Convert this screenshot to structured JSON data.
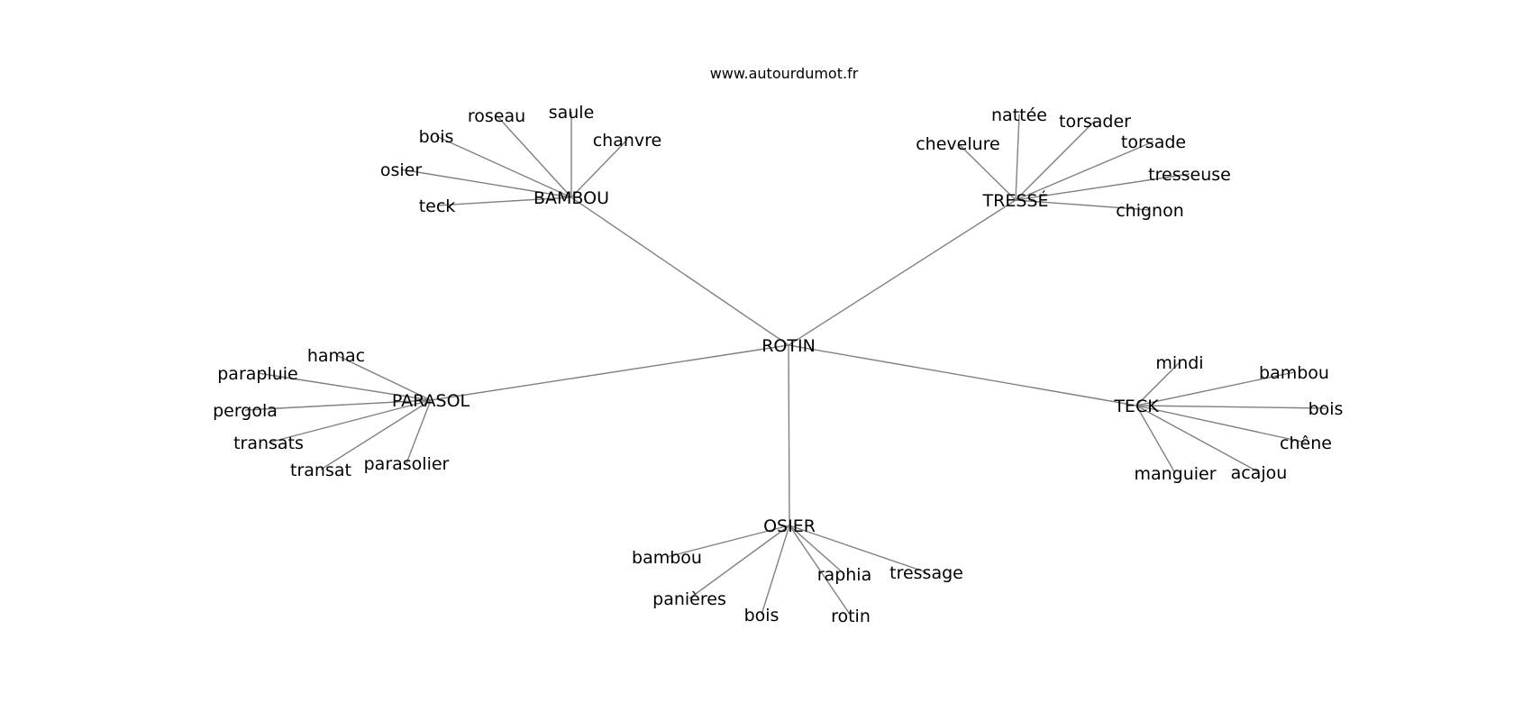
{
  "watermark": "www.autourdumot.fr",
  "colors": {
    "edge": "#808080",
    "text": "#000000",
    "background": "#ffffff"
  },
  "root": "ROTIN",
  "branches": [
    {
      "id": "bambou",
      "label": "BAMBOU",
      "leaves": [
        "roseau",
        "saule",
        "chanvre",
        "bois",
        "osier",
        "teck"
      ]
    },
    {
      "id": "tresse",
      "label": "TRESSÉ",
      "leaves": [
        "nattée",
        "torsader",
        "chevelure",
        "torsade",
        "tresseuse",
        "chignon"
      ]
    },
    {
      "id": "parasol",
      "label": "PARASOL",
      "leaves": [
        "hamac",
        "parapluie",
        "pergola",
        "transats",
        "transat",
        "parasolier"
      ]
    },
    {
      "id": "teck",
      "label": "TECK",
      "leaves": [
        "mindi",
        "bambou",
        "bois",
        "chêne",
        "acajou",
        "manguier"
      ]
    },
    {
      "id": "osier",
      "label": "OSIER",
      "leaves": [
        "bambou",
        "panières",
        "bois",
        "raphia",
        "rotin",
        "tressage"
      ]
    }
  ]
}
